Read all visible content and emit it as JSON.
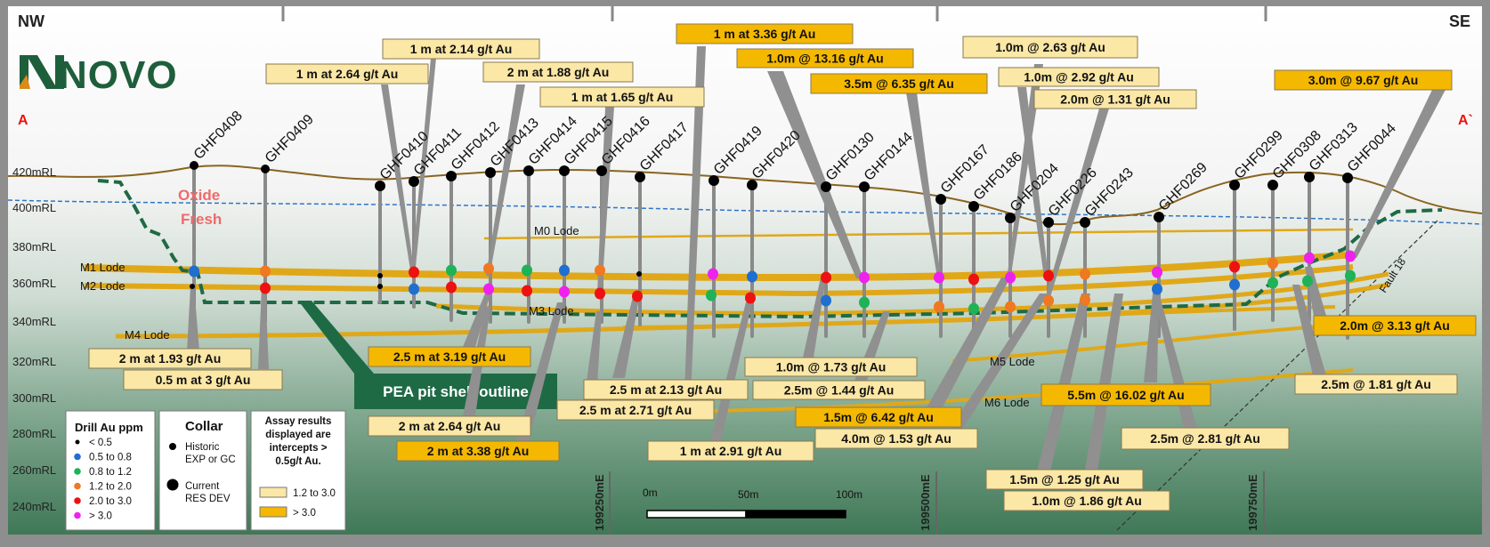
{
  "corners": {
    "nw": "NW",
    "se": "SE",
    "a_left": "A",
    "a_right": "A`"
  },
  "logo": {
    "text": "NOVO"
  },
  "rl_labels": [
    "420mRL",
    "400mRL",
    "380mRL",
    "360mRL",
    "340mRL",
    "320mRL",
    "300mRL",
    "280mRL",
    "260mRL",
    "240mRL"
  ],
  "easting_labels": [
    "199250mE",
    "199500mE",
    "199750mE"
  ],
  "zones": {
    "oxide": "Oxide",
    "fresh": "Fresh"
  },
  "lodes": {
    "m0": "M0 Lode",
    "m1": "M1 Lode",
    "m2": "M2 Lode",
    "m3": "M3 Lode",
    "m4": "M4 Lode",
    "m5": "M5 Lode",
    "m6": "M6 Lode"
  },
  "fault": "Fault 18",
  "pit_label": "PEA pit shell outline",
  "holes": [
    "GHF0408",
    "GHF0409",
    "GHF0410",
    "GHF0411",
    "GHF0412",
    "GHF0413",
    "GHF0414",
    "GHF0415",
    "GHF0416",
    "GHF0417",
    "GHF0419",
    "GHF0420",
    "GHF0130",
    "GHF0144",
    "GHF0167",
    "GHF0186",
    "GHF0204",
    "GHF0226",
    "GHF0243",
    "GHF0269",
    "GHF0299",
    "GHF0308",
    "GHF0313",
    "GHF0044"
  ],
  "intercepts": [
    {
      "text": "1 m at 2.14 g/t Au",
      "grade": "low"
    },
    {
      "text": "1 m at 3.36 g/t Au",
      "grade": "high"
    },
    {
      "text": "1.0m @ 2.63 g/t Au",
      "grade": "low"
    },
    {
      "text": "1.0m @ 13.16 g/t Au",
      "grade": "high"
    },
    {
      "text": "1 m at 2.64 g/t Au",
      "grade": "low"
    },
    {
      "text": "2 m at 1.88 g/t Au",
      "grade": "low"
    },
    {
      "text": "1.0m @ 2.92 g/t Au",
      "grade": "low"
    },
    {
      "text": "3.0m @ 9.67 g/t Au",
      "grade": "high"
    },
    {
      "text": "3.5m @ 6.35 g/t Au",
      "grade": "high"
    },
    {
      "text": "1 m at 1.65 g/t Au",
      "grade": "low"
    },
    {
      "text": "2.0m @ 1.31 g/t Au",
      "grade": "low"
    },
    {
      "text": "2.0m @ 3.13 g/t Au",
      "grade": "high"
    },
    {
      "text": "2 m at 1.93 g/t Au",
      "grade": "low"
    },
    {
      "text": "2.5 m at 3.19 g/t Au",
      "grade": "high"
    },
    {
      "text": "1.0m @ 1.73 g/t Au",
      "grade": "low"
    },
    {
      "text": "0.5 m at 3 g/t Au",
      "grade": "low"
    },
    {
      "text": "2.5 m at 2.13 g/t Au",
      "grade": "low"
    },
    {
      "text": "2.5m @ 1.44 g/t Au",
      "grade": "low"
    },
    {
      "text": "2.5m @ 1.81 g/t Au",
      "grade": "low"
    },
    {
      "text": "2.5 m at 2.71 g/t Au",
      "grade": "low"
    },
    {
      "text": "5.5m @ 16.02 g/t Au",
      "grade": "high"
    },
    {
      "text": "1.5m @ 6.42 g/t Au",
      "grade": "high"
    },
    {
      "text": "2 m at 2.64 g/t Au",
      "grade": "low"
    },
    {
      "text": "4.0m @ 1.53 g/t Au",
      "grade": "low"
    },
    {
      "text": "2.5m @ 2.81 g/t Au",
      "grade": "low"
    },
    {
      "text": "2 m at 3.38 g/t Au",
      "grade": "high"
    },
    {
      "text": "1 m at 2.91 g/t Au",
      "grade": "low"
    },
    {
      "text": "1.5m @ 1.25 g/t Au",
      "grade": "low"
    },
    {
      "text": "1.0m @ 1.86 g/t Au",
      "grade": "low"
    }
  ],
  "legend_grade": {
    "title": "Drill Au ppm",
    "items": [
      {
        "label": "< 0.5",
        "color": "#000000"
      },
      {
        "label": "0.5 to 0.8",
        "color": "#1f6fd0"
      },
      {
        "label": "0.8 to 1.2",
        "color": "#1db356"
      },
      {
        "label": "1.2 to 2.0",
        "color": "#f07820"
      },
      {
        "label": "2.0 to 3.0",
        "color": "#ee1111"
      },
      {
        "label": "> 3.0",
        "color": "#ee22ee"
      }
    ]
  },
  "legend_collar": {
    "title": "Collar",
    "items": [
      {
        "label": "Historic\nEXP or GC"
      },
      {
        "label": "Current\nRES DEV"
      }
    ]
  },
  "legend_assay": {
    "title": "Assay results displayed are intercepts > 0.5g/t Au.",
    "items": [
      {
        "label": "1.2 to 3.0",
        "color": "#fbe7a6"
      },
      {
        "label": "> 3.0",
        "color": "#f5b800"
      }
    ]
  },
  "scale": {
    "labels": [
      "0m",
      "50m",
      "100m"
    ]
  },
  "colors": {
    "low_box": "#fbe7a6",
    "high_box": "#f5b800",
    "lode": "#e0a818",
    "pit": "#1e6a45",
    "pit_label_bg": "#1e6a45",
    "topo": "#8a6420",
    "water": "#2f74c8"
  }
}
